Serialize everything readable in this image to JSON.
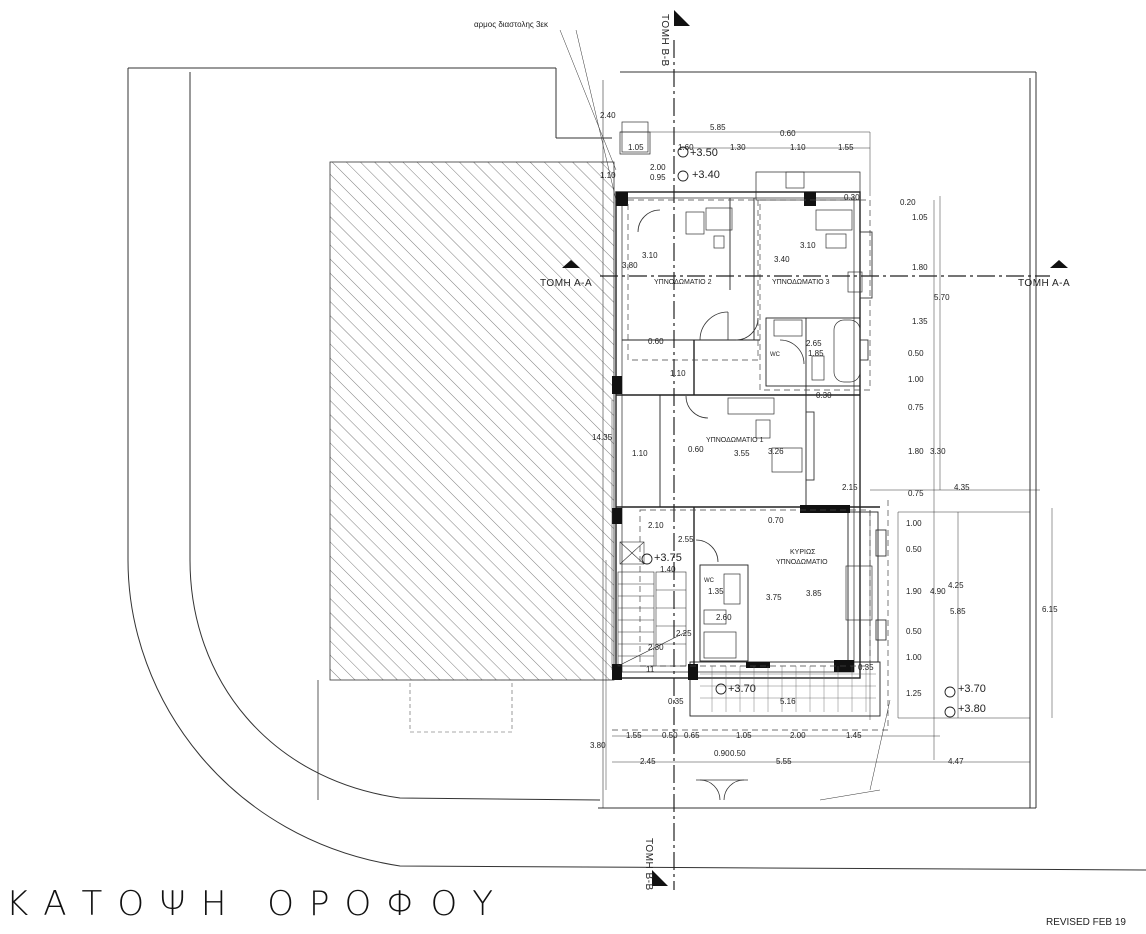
{
  "title": "ΚΑΤΟΨΗ ΟΡΟΦΟΥ",
  "revision": "REVISED FEB 19",
  "joint_note": "αρμος διαστολης 3εκ",
  "sections": {
    "aa_left": "ΤΟΜΗ Α-Α",
    "aa_right": "ΤΟΜΗ Α-Α",
    "bb_top": "ΤΟΜΗ Β-Β",
    "bb_bottom": "ΤΟΜΗ Β-Β"
  },
  "rooms": {
    "bedroom2": "ΥΠΝΟΔΩΜΑΤΙΟ 2",
    "bedroom3": "ΥΠΝΟΔΩΜΑΤΙΟ 3",
    "bedroom1": "ΥΠΝΟΔΩΜΑΤΙΟ 1",
    "master_1": "ΚΥΡΙΩΣ",
    "master_2": "ΥΠΝΟΔΩΜΑΤΙΟ",
    "wc1": "WC",
    "wc2": "WC"
  },
  "levels": {
    "l350": "+3.50",
    "l340": "+3.40",
    "l375": "+3.75",
    "l370a": "+3.70",
    "l370b": "+3.70",
    "l380": "+3.80"
  },
  "dimensions": {
    "d585": "5.85",
    "d060a": "0.60",
    "d160": "1.60",
    "d130": "1.30",
    "d110a": "1.10",
    "d155a": "1.55",
    "d240": "2.40",
    "d105a": "1.05",
    "d200a": "2.00",
    "d095": "0.95",
    "d110b": "1.10",
    "d030a": "0.30",
    "d020": "0.20",
    "d105b": "1.05",
    "d310a": "3.10",
    "d380a": "3.80",
    "d310b": "3.10",
    "d340": "3.40",
    "d180a": "1.80",
    "d570": "5.70",
    "d135a": "1.35",
    "d265": "2.65",
    "d185": "1.85",
    "d060b": "0.60",
    "d050a": "0.50",
    "d100a": "1.00",
    "d110c": "1.10",
    "d030b": "0.30",
    "d075a": "0.75",
    "d1435": "14.35",
    "d110d": "1.10",
    "d060c": "0.60",
    "d355": "3.55",
    "d326": "3.26",
    "d180b": "1.80",
    "d330": "3.30",
    "d215": "2.15",
    "d075b": "0.75",
    "d435": "4.35",
    "d210": "2.10",
    "d070": "0.70",
    "d255": "2.55",
    "d100b": "1.00",
    "d050b": "0.50",
    "d140": "1.40",
    "d135b": "1.35",
    "d375": "3.75",
    "d385": "3.85",
    "d190": "1.90",
    "d490": "4.90",
    "d425": "4.25",
    "d585b": "5.85",
    "d615": "6.15",
    "d260": "2.60",
    "d225": "2.25",
    "d230": "2.30",
    "d050c": "0.50",
    "d100c": "1.00",
    "d035a": "0.35",
    "d035b": "0.35",
    "d125": "1.25",
    "d516": "5.16",
    "d155b": "1.55",
    "d050d": "0.50",
    "d065": "0.65",
    "d105c": "1.05",
    "d200b": "2.00",
    "d145": "1.45",
    "d090": "0.90",
    "d050e": "0.50",
    "d380b": "3.80",
    "d245": "2.45",
    "d555": "5.55",
    "d447": "4.47",
    "d011": "11"
  }
}
